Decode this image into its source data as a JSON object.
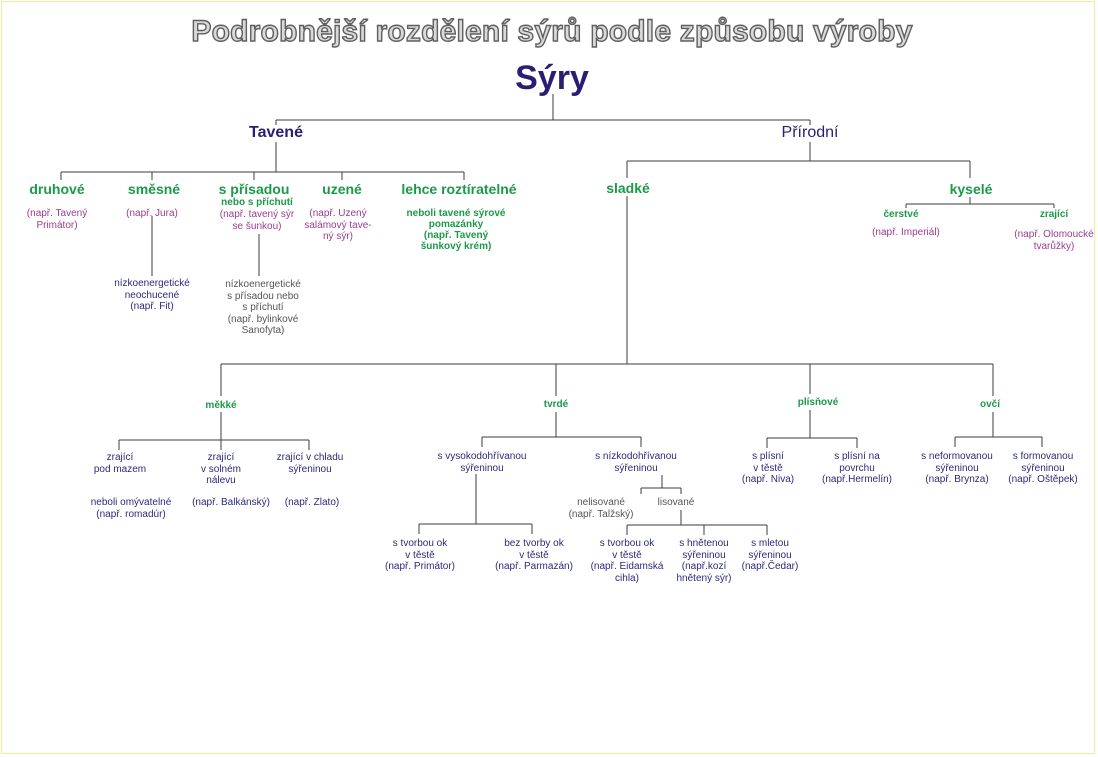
{
  "title": "Podrobnější rozdělení sýrů podle způsobu výroby",
  "root": "Sýry",
  "taveny": {
    "label": "Tavené",
    "druhove": {
      "label": "druhové",
      "note": [
        "(např. Tavený",
        "Primátor)"
      ]
    },
    "smesne": {
      "label": "směsné",
      "note": "(např. Jura)",
      "child": [
        "nízkoenergetické",
        "neochucené",
        "(např. Fit)"
      ]
    },
    "prisada": {
      "label": "s přísadou",
      "sub": "nebo s příchutí",
      "note": [
        "(např. tavený sýr",
        "se šunkou)"
      ],
      "child": [
        "nízkoenergetické",
        "s přísadou nebo",
        "s příchutí",
        "(např. bylinkové",
        "Sanofyta)"
      ]
    },
    "uzene": {
      "label": "uzené",
      "note": [
        "(např. Uzený",
        "salámový tave-",
        "ný sýr)"
      ]
    },
    "roztiratelne": {
      "label": "lehce roztíratelné",
      "note": [
        "neboli tavené sýrové",
        "pomazánky",
        "(např. Tavený",
        "šunkový krém)"
      ]
    }
  },
  "prirodni": {
    "label": "Přírodní",
    "sladke": "sladké",
    "kysele": {
      "label": "kyselé",
      "cerstve": {
        "label": "čerstvé",
        "note": "(např. Imperiál)"
      },
      "zrajici": {
        "label": "zrající",
        "note": [
          "(např. Olomoucké",
          "tvarůžky)"
        ]
      }
    },
    "mekke": {
      "label": "měkké",
      "pod_mazem": [
        "zrající",
        "pod mazem"
      ],
      "pod_mazem_note": [
        "neboli omývatelné",
        "(např. romadúr)"
      ],
      "solny": [
        "zrající",
        "v solném",
        "nálevu"
      ],
      "solny_note": "(např. Balkánský)",
      "chlad": [
        "zrající v chladu",
        "sýřeninou"
      ],
      "chlad_note": "(např. Zlato)"
    },
    "tvrde": {
      "label": "tvrdé",
      "vysoko": [
        "s vysokodohřívanou",
        "sýřeninou"
      ],
      "nizko": [
        "s nízkodohřívanou",
        "sýřeninou"
      ],
      "s_tvorbou_ok": [
        "s tvorbou ok",
        "v těstě",
        "(např. Primátor)"
      ],
      "bez_tvorby": [
        "bez tvorby ok",
        "v těstě",
        "(např. Parmazán)"
      ],
      "nelisovane": [
        "nelisované",
        "(např. Talžský)"
      ],
      "lisovane": "lisované",
      "eidam": [
        "s tvorbou ok",
        "v těstě",
        "(např. Eidamská",
        "cihla)"
      ],
      "hnetenou": [
        "s hnětenou",
        "sýřeninou",
        "(např.kozí",
        "hnětený sýr)"
      ],
      "metou": [
        "s mletou",
        "sýřeninou",
        "(např.Čedar)"
      ]
    },
    "plisnove": {
      "label": "plísňové",
      "v_teste": [
        "s plísní",
        "v těstě",
        "(např. Niva)"
      ],
      "na_povrchu": [
        "s plísní na",
        "povrchu",
        "(např.Hermelín)"
      ]
    },
    "ovci": {
      "label": "ovčí",
      "neformovanou": [
        "s neformovanou",
        "sýřeninou",
        "(např. Brynza)"
      ],
      "formovanou": [
        "s formovanou",
        "sýřeninou",
        "(např. Oštěpek)"
      ]
    }
  },
  "colors": {
    "line": "#3c3c3c",
    "green": "#1b9a48",
    "navy": "#2b1d72",
    "purple": "#9a3d8e",
    "frame": "#f2ec9c"
  }
}
